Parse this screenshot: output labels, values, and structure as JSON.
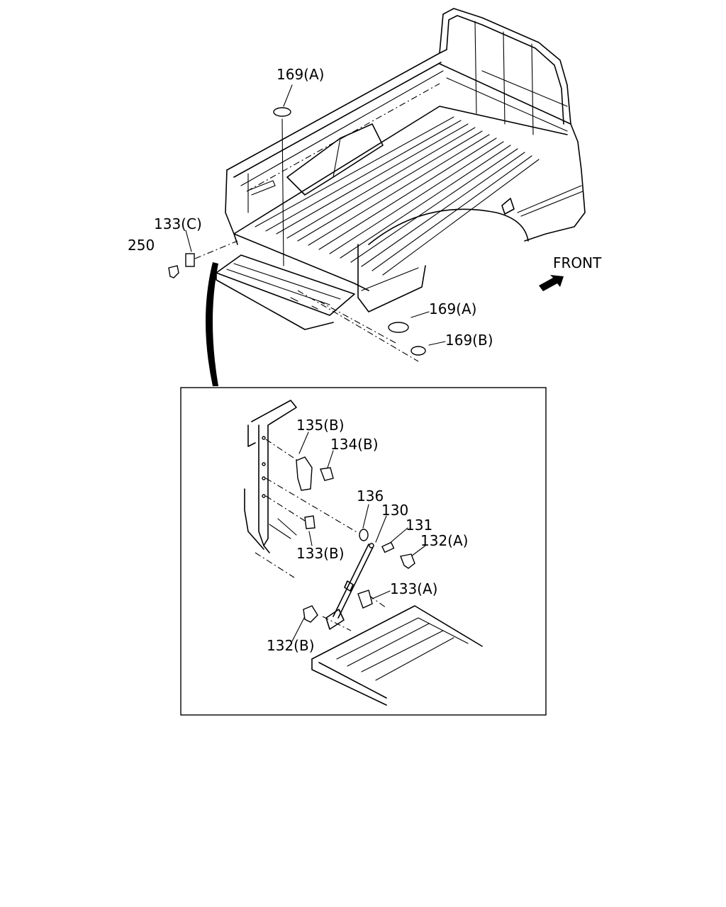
{
  "direction": {
    "label": "FRONT",
    "icon": "arrow-icon"
  },
  "main_callouts": {
    "p169a_top": "169(A)",
    "p133c": "133(C)",
    "p250": "250",
    "p169a_right": "169(A)",
    "p169b": "169(B)"
  },
  "detail_callouts": {
    "p135b": "135(B)",
    "p134b": "134(B)",
    "p136": "136",
    "p130": "130",
    "p131": "131",
    "p132a": "132(A)",
    "p133b": "133(B)",
    "p133a": "133(A)",
    "p132b": "132(B)"
  },
  "colors": {
    "line": "#000000",
    "background": "#ffffff"
  }
}
